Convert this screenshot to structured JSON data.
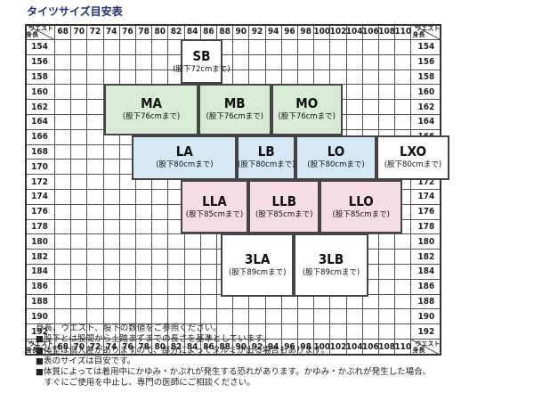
{
  "title": "タイツサイズ目安表",
  "corner": {
    "waist": "ウエスト",
    "height": "身長"
  },
  "waist": [
    "68",
    "70",
    "72",
    "74",
    "76",
    "78",
    "80",
    "82",
    "84",
    "86",
    "88",
    "90",
    "92",
    "94",
    "96",
    "98",
    "100",
    "102",
    "104",
    "106",
    "108",
    "110"
  ],
  "heights": [
    "154",
    "156",
    "158",
    "160",
    "162",
    "164",
    "166",
    "168",
    "170",
    "172",
    "174",
    "176",
    "178",
    "180",
    "182",
    "184",
    "186",
    "188",
    "190",
    "192"
  ],
  "sizes": [
    {
      "code": "SB",
      "inseam": "(股下72cmまで)",
      "color": "#ffffff"
    },
    {
      "code": "MA",
      "inseam": "(股下76cmまで)",
      "color": "#d9ead6"
    },
    {
      "code": "MB",
      "inseam": "(股下76cmまで)",
      "color": "#d9ead6"
    },
    {
      "code": "MO",
      "inseam": "(股下76cmまで)",
      "color": "#d9ead6"
    },
    {
      "code": "LA",
      "inseam": "(股下80cmまで)",
      "color": "#d6e8f4"
    },
    {
      "code": "LB",
      "inseam": "(股下80cmまで)",
      "color": "#d6e8f4"
    },
    {
      "code": "LO",
      "inseam": "(股下80cmまで)",
      "color": "#d6e8f4"
    },
    {
      "code": "LXO",
      "inseam": "(股下80cmまで)",
      "color": "#ffffff"
    },
    {
      "code": "LLA",
      "inseam": "(股下85cmまで)",
      "color": "#f6dde6"
    },
    {
      "code": "LLB",
      "inseam": "(股下85cmまで)",
      "color": "#f6dde6"
    },
    {
      "code": "LLO",
      "inseam": "(股下85cmまで)",
      "color": "#f6dde6"
    },
    {
      "code": "3LA",
      "inseam": "(股下89cmまで)",
      "color": "#ffffff"
    },
    {
      "code": "3LB",
      "inseam": "(股下89cmまで)",
      "color": "#ffffff"
    }
  ],
  "notes": [
    "身長、ウエスト、股下の数値をご参照ください。",
    "■股下とは股間から土踏まずまでの長さを基準としています。",
    "■体型は個人差がありますので、部分によってタルミが出る場合もあります。",
    "■表のサイズは目安です。",
    "■体質によっては着用中にかゆみ・かぶれが発生する恐れがあります。かゆみ・かぶれが発生した場合、",
    "　すぐにご使用を中止し、専門の医師にご相談ください。"
  ]
}
